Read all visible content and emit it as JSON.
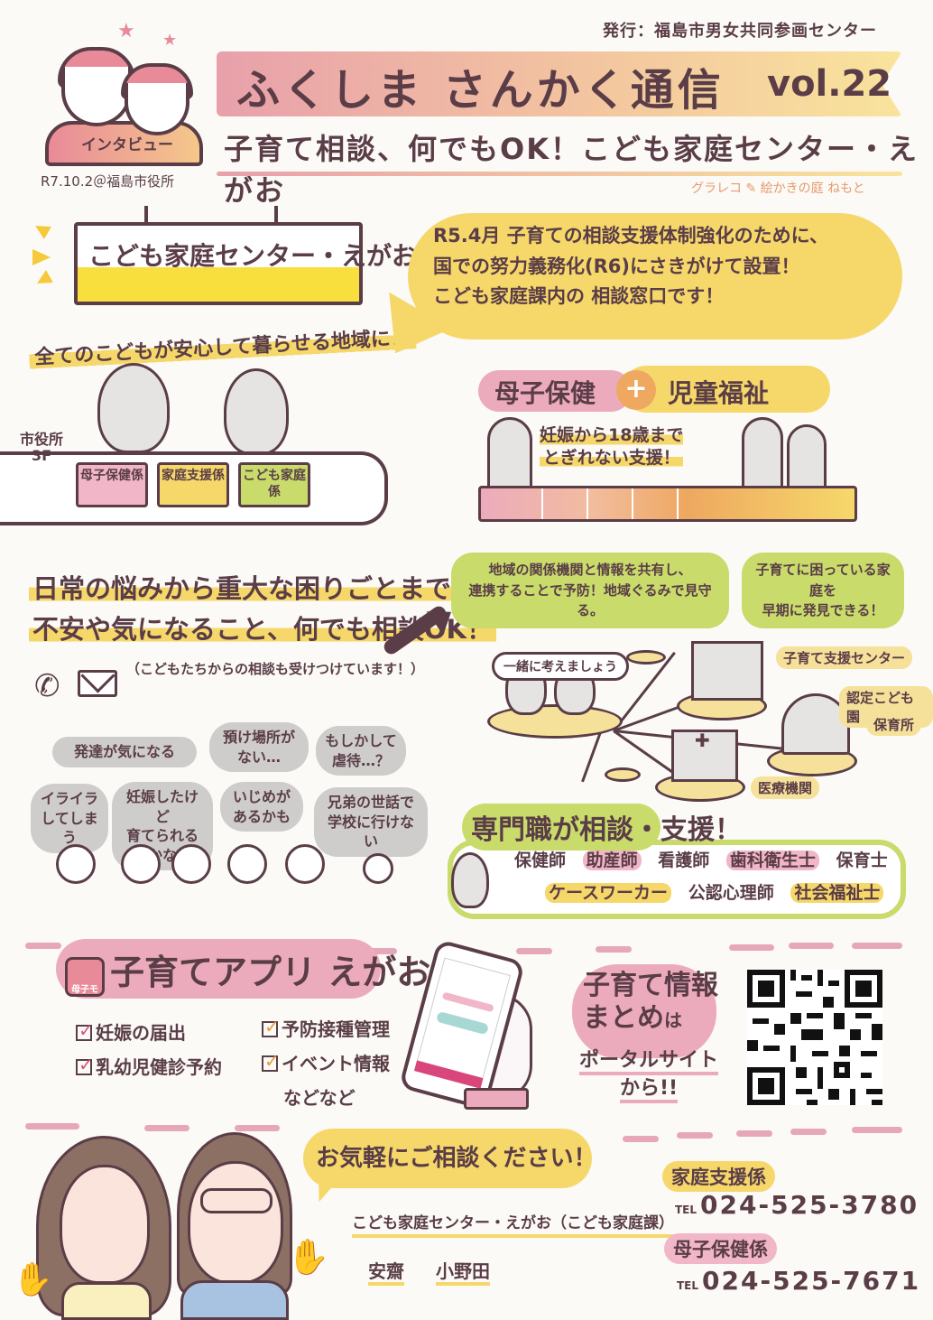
{
  "header": {
    "publisher": "発行：福島市男女共同参画センター",
    "title": "ふくしま さんかく通信",
    "volume": "vol.22",
    "subtitle": "子育て相談、何でもOK！こども家庭センター・えがお",
    "credit": "グラレコ ✎ 絵かきの庭 ねもと",
    "logo_label": "インタビュー",
    "date_place": "R7.10.2＠福島市役所"
  },
  "intro": {
    "sign": "こども家庭センター・えがお",
    "slogan": "全てのこどもが安心して暮らせる地域に！",
    "city_hall": [
      "市役所",
      "3F"
    ],
    "departments": [
      {
        "label": "母子保健係",
        "color": "#f1b6c7"
      },
      {
        "label": "家庭支援係",
        "color": "#f6d86a"
      },
      {
        "label": "こども家庭係",
        "color": "#c8db6b"
      }
    ]
  },
  "about_bubble": {
    "lines": [
      "R5.4月 子育ての相談支援体制強化のために、",
      "国での努力義務化(R6)にさきがけて設置！",
      "こども家庭課内の 相談窓口です！"
    ]
  },
  "integration": {
    "left": "母子保健",
    "plus": "+",
    "right": "児童福祉",
    "timeline_text": [
      "妊娠から18歳まで",
      "とぎれない支援！"
    ]
  },
  "consult": {
    "headline": [
      "日常の悩みから重大な困りごとまで、",
      "不安や気になること、何でも相談OK！"
    ],
    "note": "（こどもたちからの相談も受けつけています！）",
    "worries": [
      "発達が気になる",
      "預け場所が\nない…",
      "もしかして\n虐待…？",
      "イライラ\nしてしまう",
      "妊娠したけど\n育てられるかな",
      "いじめが\nあるかも",
      "兄弟の世話で\n学校に行けない"
    ]
  },
  "network": {
    "share_box": [
      "地域の関係機関と情報を共有し、",
      "連携することで予防！地域ぐるみで見守る。"
    ],
    "early_box": [
      "子育てに困っている家庭を",
      "早期に発見できる！"
    ],
    "speech": "一緒に考えましょう",
    "nodes": [
      "子育て支援センター",
      "認定こども園",
      "保育所",
      "医療機関"
    ]
  },
  "professionals": {
    "title": "専門職が相談・支援！",
    "row1": [
      {
        "label": "保健師",
        "color": "transparent"
      },
      {
        "label": "助産師",
        "color": "#f1b6c7"
      },
      {
        "label": "看護師",
        "color": "transparent"
      },
      {
        "label": "歯科衛生士",
        "color": "#f1b6c7"
      },
      {
        "label": "保育士",
        "color": "transparent"
      }
    ],
    "row2": [
      {
        "label": "ケースワーカー",
        "color": "#f6d86a"
      },
      {
        "label": "公認心理師",
        "color": "transparent"
      },
      {
        "label": "社会福祉士",
        "color": "#f6d86a"
      }
    ]
  },
  "app": {
    "icon_label": "母子モ",
    "title": "子育てアプリ えがお",
    "features": [
      {
        "label": "妊娠の届出",
        "check": "pink"
      },
      {
        "label": "予防接種管理",
        "check": "orange"
      },
      {
        "label": "乳幼児健診予約",
        "check": "pink"
      },
      {
        "label": "イベント情報",
        "check": "orange"
      }
    ],
    "etc": "などなど"
  },
  "portal": {
    "line1": "子育て情報",
    "line2": "まとめ",
    "particle": "は",
    "line3": "ポータルサイト",
    "line4": "から!!",
    "qr_label": "qr-code"
  },
  "contact": {
    "bubble": "お気軽にご相談ください！",
    "office": "こども家庭センター・えがお（こども家庭課）",
    "names": [
      "安齋",
      "小野田"
    ],
    "lines": [
      {
        "dept": "家庭支援係",
        "tel_prefix": "TEL",
        "tel": "024-525-3780",
        "color": "#f6d86a"
      },
      {
        "dept": "母子保健係",
        "tel_prefix": "TEL",
        "tel": "024-525-7671",
        "color": "#f1b6c7"
      }
    ]
  },
  "colors": {
    "ink": "#5a3d47",
    "pink": "#ecabbd",
    "yellow": "#f6d86a",
    "green": "#c8db6b",
    "orange": "#eea860"
  }
}
